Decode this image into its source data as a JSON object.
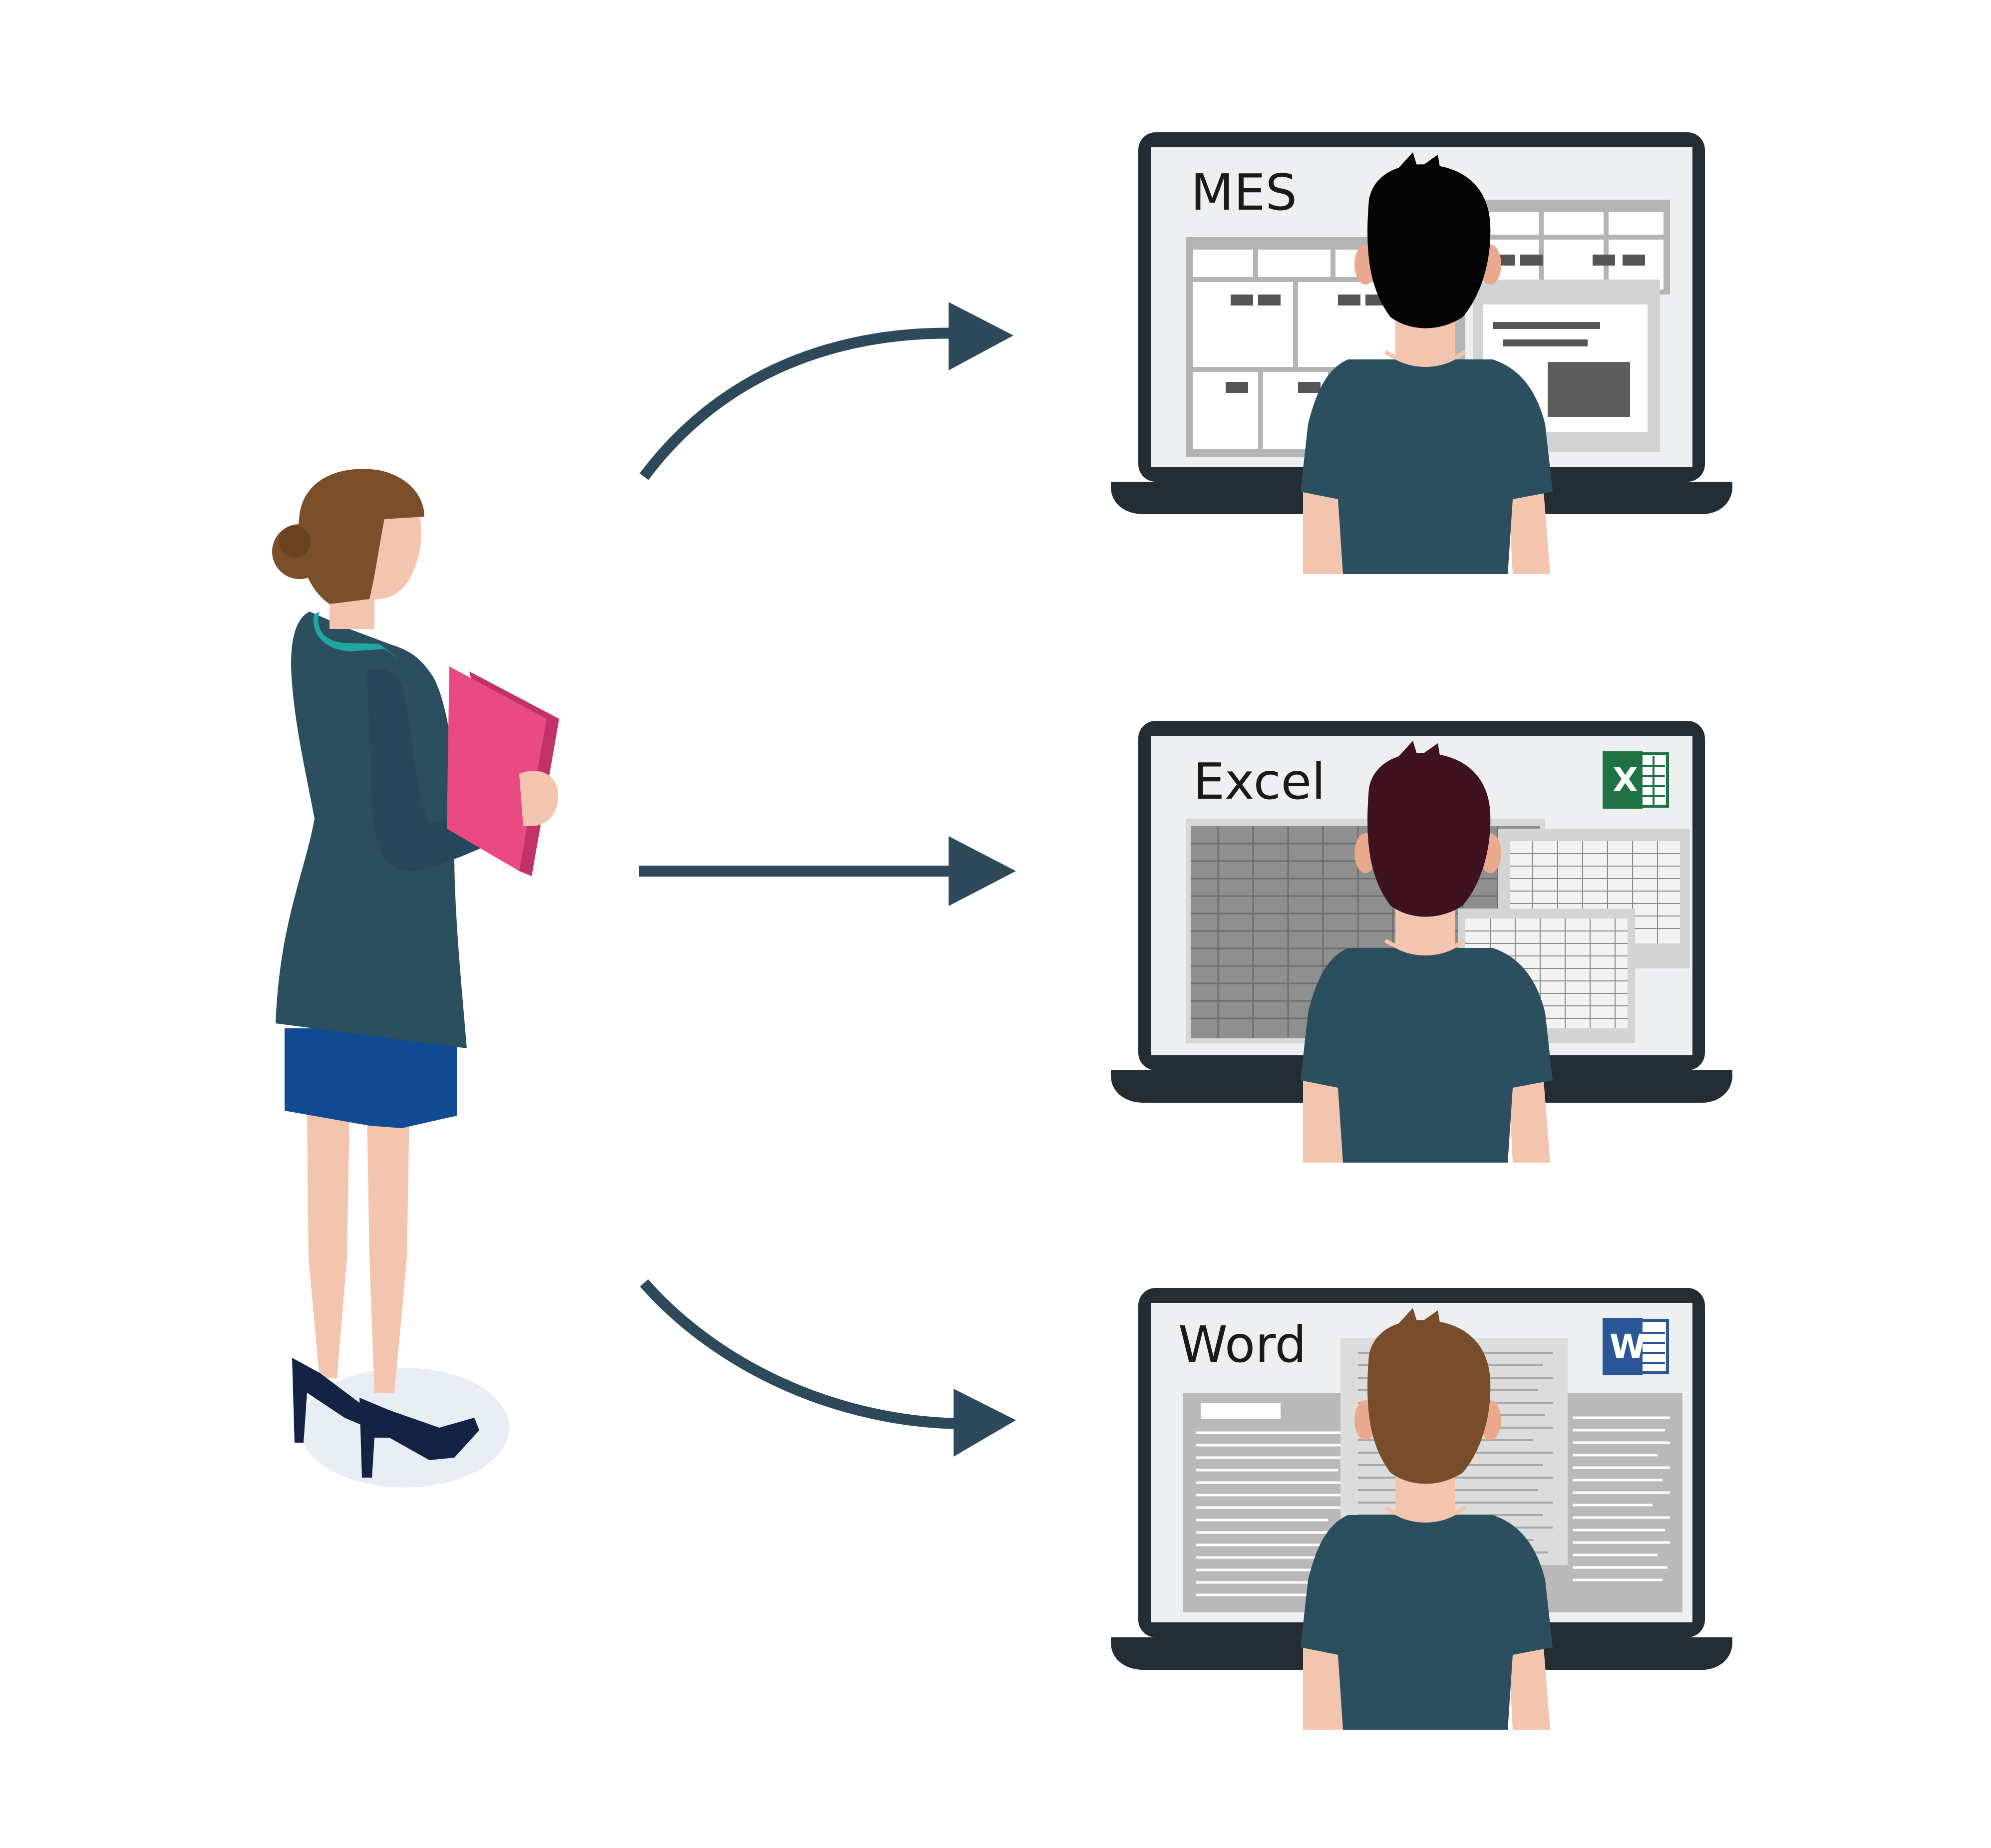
{
  "laptops": [
    {
      "id": "mes",
      "app_label": "MES",
      "app_icon": "",
      "hair_color": "#050505"
    },
    {
      "id": "excel",
      "app_label": "Excel",
      "app_icon": "X",
      "hair_color": "#3e121e"
    },
    {
      "id": "word",
      "app_label": "Word",
      "app_icon": "W",
      "hair_color": "#794d2b"
    }
  ],
  "colors": {
    "arrow": "#2e4a5a",
    "shirt": "#2c4f60",
    "skin": "#f4c5ae",
    "laptop_frame": "#252d34",
    "screen_bg": "#eeeff1",
    "excel_icon": "#1f7244",
    "word_icon": "#2b5797",
    "folder": "#e94a83",
    "skirt": "#124b93",
    "woman_hair": "#7a4f2a"
  }
}
